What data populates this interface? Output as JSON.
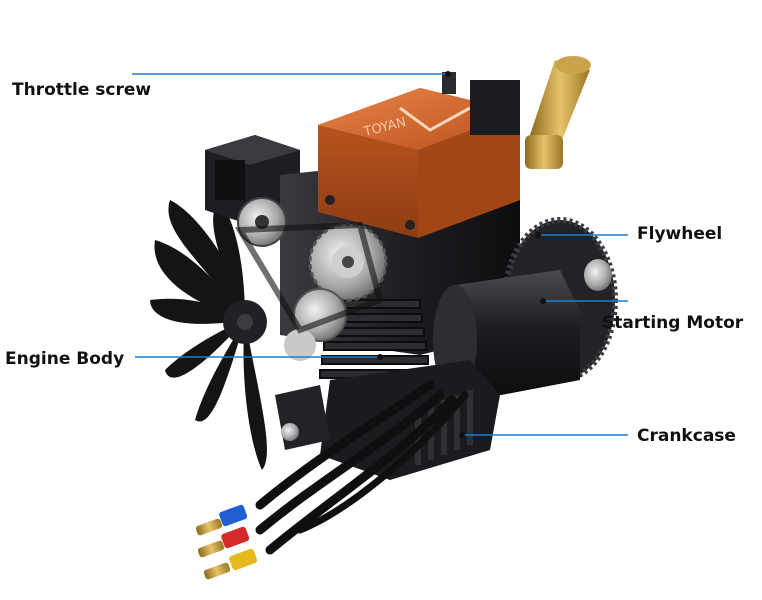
{
  "colors": {
    "leader_line": "#1a7fd0",
    "engine_dark": "#1b1c1f",
    "cover_orange": "#d9672a",
    "brass": "#c9a23f",
    "wire_blue": "#1f5fd1",
    "wire_red": "#d42a2a",
    "wire_yellow": "#e6b91c"
  },
  "callouts": {
    "throttle": {
      "label": "Throttle screw"
    },
    "flywheel": {
      "label": "Flywheel"
    },
    "starting_motor": {
      "label": "Starting Motor"
    },
    "engine_body": {
      "label": "Engine Body"
    },
    "crankcase": {
      "label": "Crankcase"
    }
  },
  "product": {
    "cover_logo": "TOYAN"
  }
}
